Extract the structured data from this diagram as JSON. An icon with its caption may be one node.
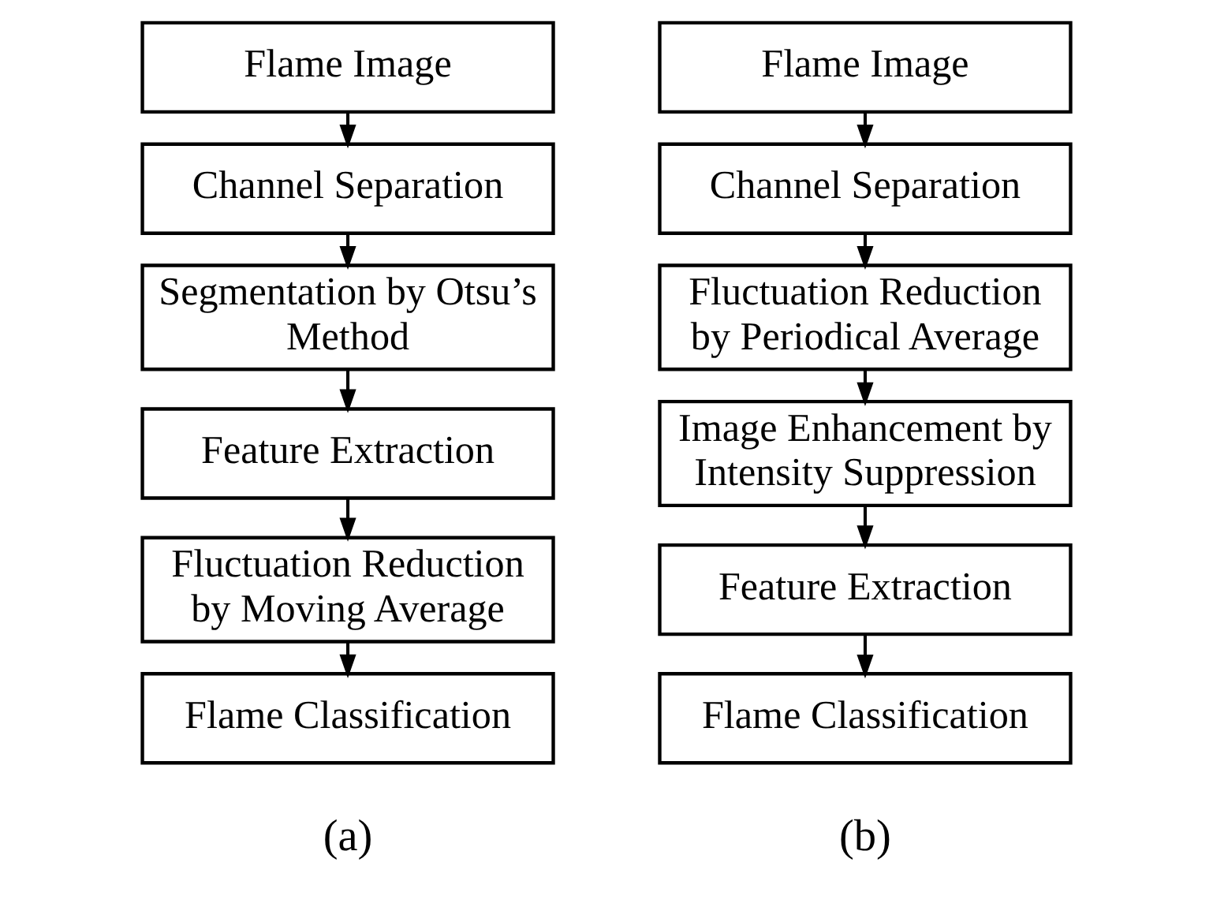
{
  "diagram": {
    "nodes": [
      {
        "text": [
          "Flame Image"
        ]
      },
      {
        "text": [
          "Channel Separation"
        ]
      },
      {
        "text": [
          "Segmentation by Otsu’s Method"
        ]
      },
      {
        "text": [
          "Feature Extraction"
        ]
      },
      {
        "text": [
          "Fluctuation Reduction by Moving Average"
        ]
      },
      {
        "text": [
          "Flame Classification"
        ]
      },
      {
        "text": [
          "Flame Image"
        ]
      },
      {
        "text": [
          "Channel Separation"
        ]
      },
      {
        "text": [
          "Fluctuation Reduction by Periodical Average"
        ]
      },
      {
        "text": [
          "Image Enhancement by Intensity Suppression"
        ]
      },
      {
        "text": [
          "Feature Extraction"
        ]
      },
      {
        "text": [
          "Flame Classification"
        ]
      }
    ],
    "edges": [
      {
        "from": 0,
        "to": 1,
        "arrow": "to"
      },
      {
        "from": 1,
        "to": 2,
        "arrow": "to"
      },
      {
        "from": 2,
        "to": 3,
        "arrow": "to"
      },
      {
        "from": 3,
        "to": 4,
        "arrow": "to"
      },
      {
        "from": 4,
        "to": 5,
        "arrow": "to"
      },
      {
        "from": 6,
        "to": 7,
        "arrow": "to"
      },
      {
        "from": 7,
        "to": 8,
        "arrow": "to"
      },
      {
        "from": 8,
        "to": 9,
        "arrow": "to"
      },
      {
        "from": 9,
        "to": 10,
        "arrow": "to"
      },
      {
        "from": 10,
        "to": 11,
        "arrow": "to"
      }
    ],
    "labels": [
      "(a)",
      "(b)"
    ]
  }
}
